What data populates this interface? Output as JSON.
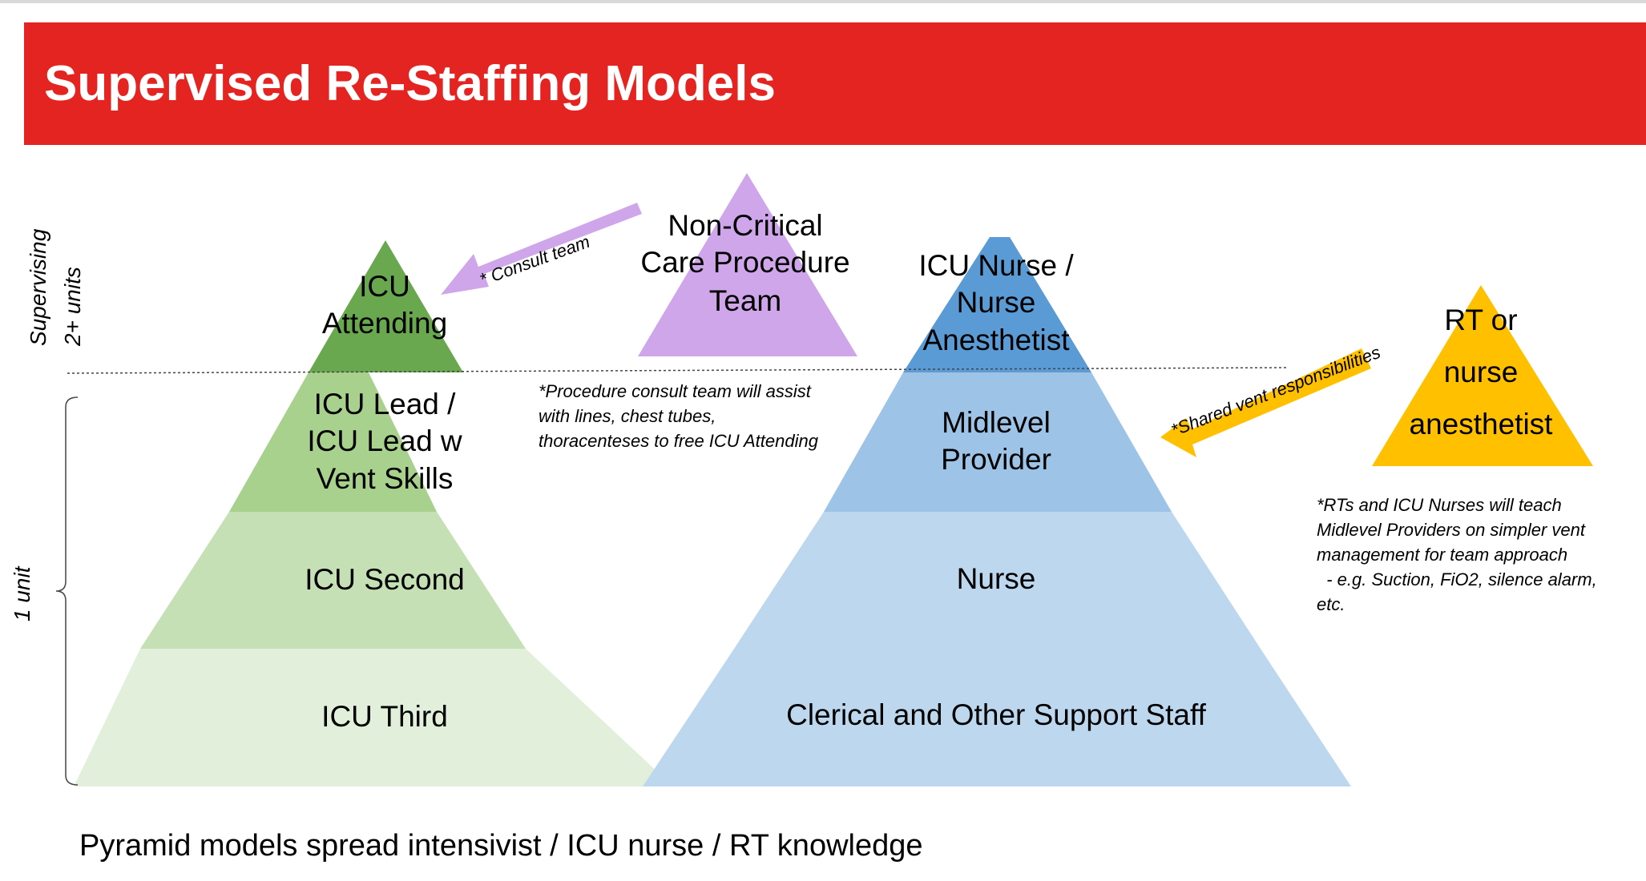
{
  "title": "Supervised Re-Staffing Models",
  "side_labels": {
    "supervising_line1": "Supervising",
    "supervising_line2": "2+ units",
    "one_unit": "1 unit"
  },
  "icu_pyramid": {
    "top": [
      "ICU",
      "Attending"
    ],
    "lead": [
      "ICU Lead /",
      "ICU Lead w",
      "Vent Skills"
    ],
    "second": "ICU Second",
    "third": "ICU Third"
  },
  "procedure_team": [
    "Non-Critical",
    "Care Procedure",
    "Team"
  ],
  "consult_arrow": "* Consult team",
  "procedure_note": [
    "*Procedure consult team will assist",
    "with lines, chest tubes,",
    "thoracenteses to free ICU Attending"
  ],
  "nurse_pyramid": {
    "top": [
      "ICU Nurse /",
      "Nurse",
      "Anesthetist"
    ],
    "midlevel": [
      "Midlevel",
      "Provider"
    ],
    "nurse": "Nurse",
    "clerical": "Clerical and Other Support Staff"
  },
  "vent_arrow": "*Shared vent responsibilities",
  "rt_triangle": [
    "RT or",
    "nurse",
    "anesthetist"
  ],
  "rt_note": [
    "*RTs and ICU Nurses will teach",
    "Midlevel Providers on simpler vent",
    "management for team approach",
    "  - e.g. Suction, FiO2, silence alarm,",
    "etc."
  ],
  "footer": "Pyramid models spread intensivist / ICU nurse / RT knowledge",
  "colors": {
    "title_bar": "#e32421",
    "green_dark": "#6aa84f",
    "green_mid": "#a9d18e",
    "green_light": "#c5e0b4",
    "green_pale": "#e2efda",
    "blue_dark": "#5b9bd5",
    "blue_mid": "#9dc3e6",
    "blue_light": "#bdd7ee",
    "lavender": "#cfa6ea",
    "gold": "#ffc000"
  }
}
